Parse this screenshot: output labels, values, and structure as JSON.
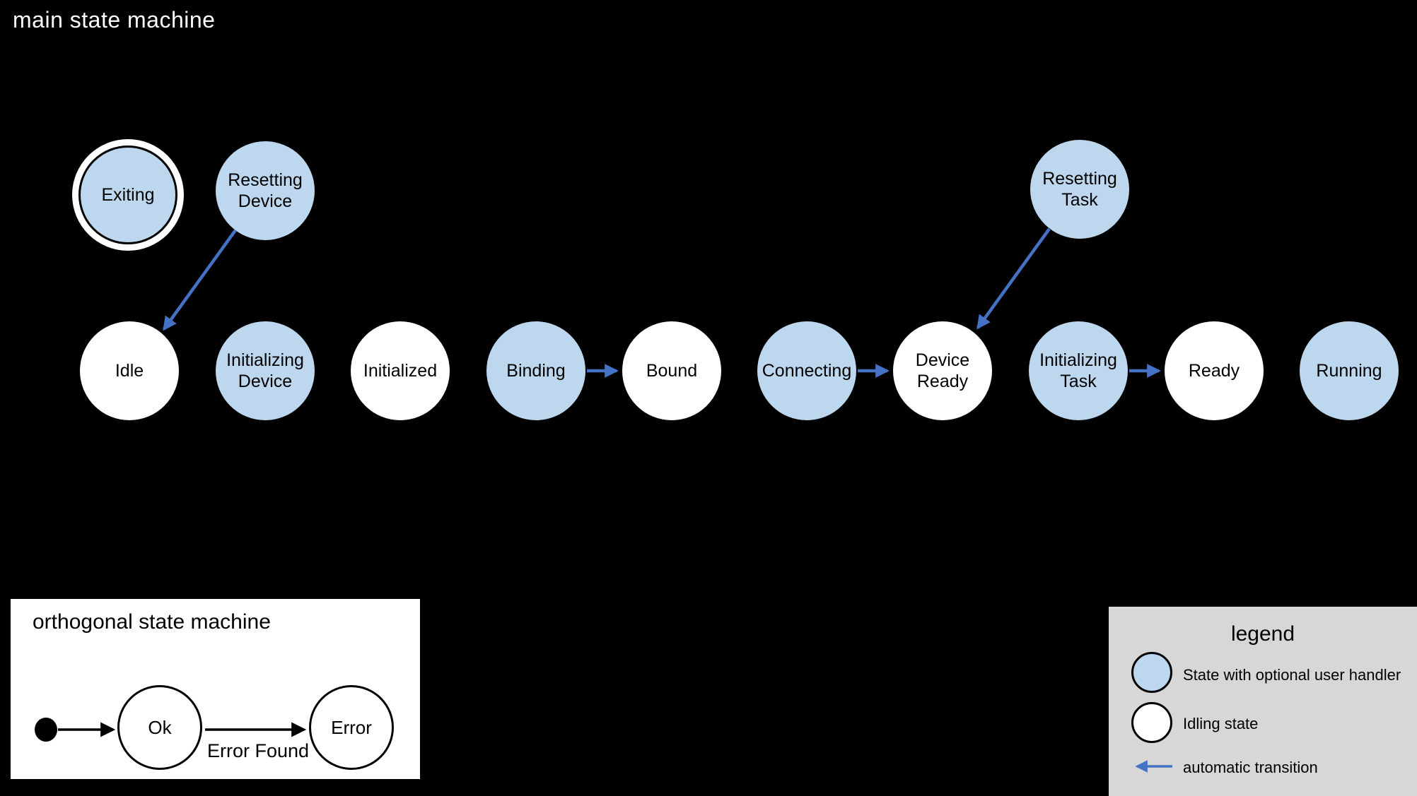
{
  "main": {
    "title": "main state machine",
    "states": {
      "exiting": "Exiting",
      "resetting_device": "Resetting Device",
      "resetting_task": "Resetting Task",
      "idle": "Idle",
      "initializing_device": "Initializing Device",
      "initialized": "Initialized",
      "binding": "Binding",
      "bound": "Bound",
      "connecting": "Connecting",
      "device_ready": "Device Ready",
      "initializing_task": "Initializing Task",
      "ready": "Ready",
      "running": "Running"
    }
  },
  "orthogonal": {
    "title": "orthogonal state machine",
    "states": {
      "ok": "Ok",
      "error": "Error"
    },
    "transition_label": "Error Found"
  },
  "legend": {
    "title": "legend",
    "items": {
      "handler": "State with optional user handler",
      "idling": "Idling state",
      "auto": "automatic transition"
    }
  },
  "colors": {
    "handler_fill": "#bdd7ee",
    "idle_fill": "#ffffff",
    "transition": "#4472c4",
    "legend_bg": "#d7d7d7",
    "background": "#000000",
    "ink": "#000000"
  }
}
